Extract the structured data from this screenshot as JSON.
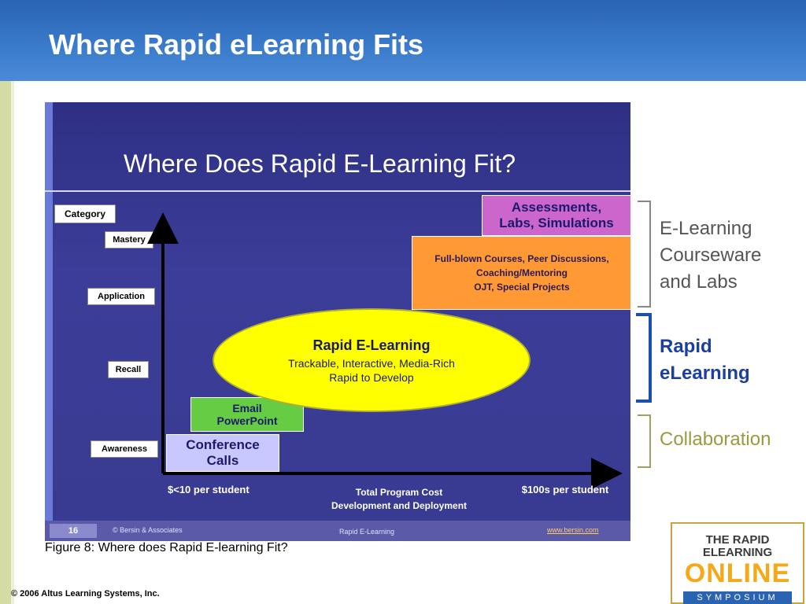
{
  "header": {
    "title": "Where Rapid eLearning Fits"
  },
  "slide": {
    "title": "Where Does Rapid E-Learning Fit?",
    "category_label": "Category",
    "levels": [
      "Mastery",
      "Application",
      "Recall",
      "Awareness"
    ],
    "boxes": {
      "assessments": [
        "Assessments,",
        "Labs, Simulations"
      ],
      "full_blown": [
        "Full-blown Courses, Peer Discussions,",
        "Coaching/Mentoring",
        "OJT, Special Projects"
      ],
      "rapid": [
        "Rapid E-Learning",
        "Trackable, Interactive, Media-Rich",
        "Rapid to Develop"
      ],
      "email": [
        "Email",
        "PowerPoint"
      ],
      "conference": [
        "Conference",
        "Calls"
      ]
    },
    "x_axis": {
      "low": "$<10 per student",
      "title_line1": "Total Program Cost",
      "title_line2": "Development and Deployment",
      "high": "$100s per student"
    },
    "footer": {
      "slide_number": "16",
      "credit": "© Bersin & Associates",
      "center": "Rapid E-Learning",
      "url": "www.bersin.com"
    }
  },
  "caption": "Figure 8:  Where does Rapid E-learning Fit?",
  "side_labels": {
    "courseware": [
      "E-Learning",
      "Courseware",
      "and Labs"
    ],
    "rapid": [
      "Rapid",
      "eLearning"
    ],
    "collaboration": "Collaboration"
  },
  "copyright": "© 2006 Altus Learning Systems, Inc.",
  "logo": {
    "line1": "THE RAPID",
    "line2": "ELEARNING",
    "line3": "ONLINE",
    "line4": "SYMPOSIUM"
  },
  "colors": {
    "header_blue": "#2a63b2",
    "slide_bg": "#3a3b8e",
    "assessments_box": "#cc66cc",
    "full_blown_box": "#ff9933",
    "rapid_ellipse": "#ffff00",
    "email_box": "#66cc44",
    "conference_box": "#c8c8ff",
    "bracket_gray": "#888888",
    "bracket_blue": "#1a4fb0",
    "bracket_olive": "#a0a060"
  }
}
